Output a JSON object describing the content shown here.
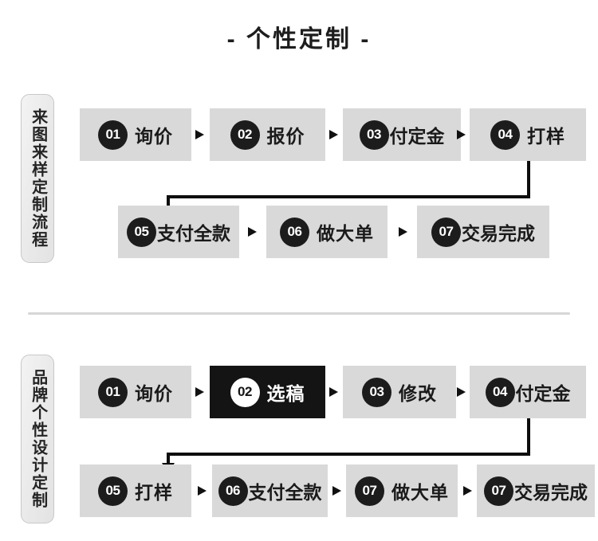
{
  "page": {
    "title": "- 个性定制 -"
  },
  "colors": {
    "box_gray": "#d9d9d9",
    "box_dark": "#141414",
    "badge_dark": "#1c1c1c",
    "text_dark": "#1a1a1a",
    "text_light": "#ffffff",
    "divider": "#d6d6d6",
    "side_label_bg": "#e9e9e9",
    "side_label_border": "#c8c8c8"
  },
  "sections": [
    {
      "id": "custom-from-image-flow",
      "side_label": "来图来样定制流程",
      "rows": [
        {
          "steps": [
            {
              "num": "01",
              "label": "询价",
              "highlight": false
            },
            {
              "num": "02",
              "label": "报价",
              "highlight": false
            },
            {
              "num": "03",
              "label": "付定金",
              "highlight": false
            },
            {
              "num": "04",
              "label": "打样",
              "highlight": false
            }
          ]
        },
        {
          "steps": [
            {
              "num": "05",
              "label": "支付全款",
              "highlight": false
            },
            {
              "num": "06",
              "label": "做大单",
              "highlight": false
            },
            {
              "num": "07",
              "label": "交易完成",
              "highlight": false
            }
          ]
        }
      ]
    },
    {
      "id": "brand-custom-design-flow",
      "side_label": "品牌个性设计定制",
      "rows": [
        {
          "steps": [
            {
              "num": "01",
              "label": "询价",
              "highlight": false
            },
            {
              "num": "02",
              "label": "选稿",
              "highlight": true
            },
            {
              "num": "03",
              "label": "修改",
              "highlight": false
            },
            {
              "num": "04",
              "label": "付定金",
              "highlight": false
            }
          ]
        },
        {
          "steps": [
            {
              "num": "05",
              "label": "打样",
              "highlight": false
            },
            {
              "num": "06",
              "label": "支付全款",
              "highlight": false
            },
            {
              "num": "07",
              "label": "做大单",
              "highlight": false
            },
            {
              "num": "07",
              "label": "交易完成",
              "highlight": false
            }
          ]
        }
      ]
    }
  ],
  "icons": {
    "step_arrow": "arrow-right-icon",
    "flow_connector": "elbow-arrow-icon"
  }
}
